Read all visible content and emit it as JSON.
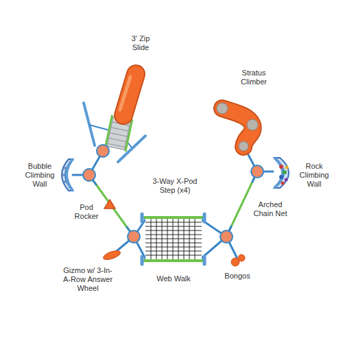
{
  "diagram": {
    "labels": [
      "3' Zip Slide",
      "Stratus Climber",
      "Bubble Climbing Wall",
      "Rock Climbing Wall",
      "3-Way X-Pod Step (x4)",
      "Pod Rocker",
      "Arched Chain Net",
      "Web Walk",
      "Gizmo w/ 3-In-A-Row Answer Wheel",
      "Bongos"
    ]
  }
}
